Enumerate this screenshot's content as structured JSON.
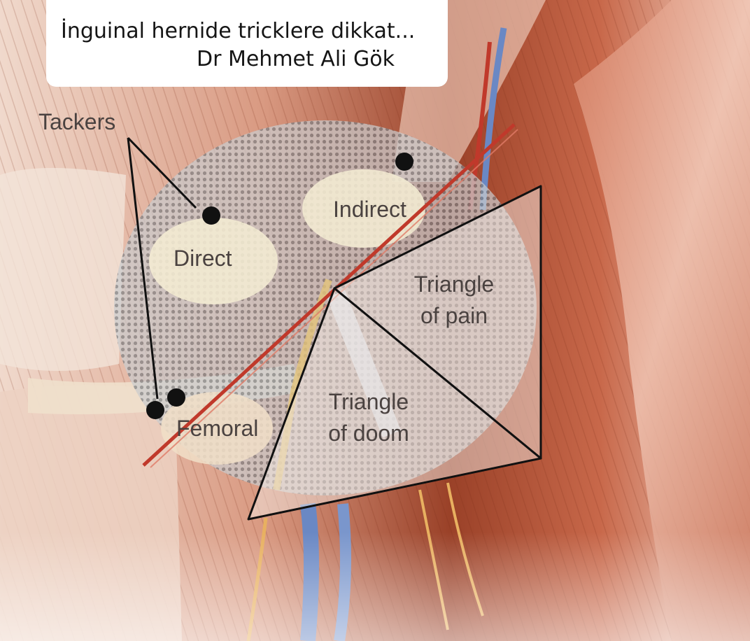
{
  "caption": {
    "line1": "İnguinal hernide tricklere dikkat...",
    "line2": "Dr Mehmet Ali Gök"
  },
  "labels": {
    "tackers": "Tackers",
    "direct": "Direct",
    "indirect": "Indirect",
    "femoral": "Femoral",
    "triangle_pain_1": "Triangle",
    "triangle_pain_2": "of pain",
    "triangle_doom_1": "Triangle",
    "triangle_doom_2": "of doom"
  },
  "colors": {
    "muscle_dark": "#8a3a26",
    "muscle_light": "#e7b3a0",
    "vessel_red": "#c0392b",
    "vein_blue": "#6a88c4",
    "mesh_grey": "#8e9296",
    "outline": "#111111"
  }
}
